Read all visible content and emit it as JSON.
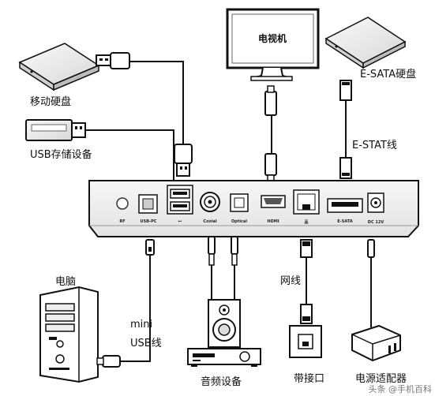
{
  "devices": {
    "tv": "电视机",
    "mobile_hdd": "移动硬盘",
    "usb_storage": "USB存储设备",
    "esata_hdd": "E-SATA硬盘",
    "esata_cable": "E-STAT线",
    "pc": "电脑",
    "mini_usb_line1": "mini",
    "mini_usb_line2": "USB线",
    "network_cable": "网线",
    "audio_device": "音频设备",
    "broadband_port": "带接口",
    "power_adapter": "电源适配器"
  },
  "ports": {
    "rf": "RF",
    "usb_pc": "USB-PC",
    "usb_symbol": "⊷",
    "coaxial": "Coxial",
    "optical": "Optical",
    "hdmi": "HDMI",
    "lan_symbol": "品",
    "esata": "E-SATA",
    "dc": "DC 12V"
  },
  "watermark": "头条 @手机百科"
}
